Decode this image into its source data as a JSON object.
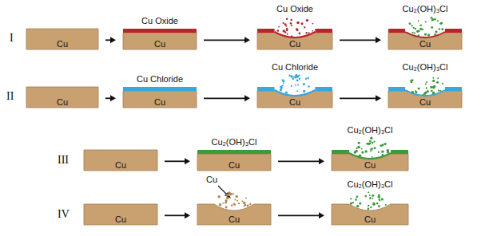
{
  "diagram": {
    "nodes": [
      {
        "text": [
          "Cu"
        ]
      },
      {
        "text": [
          "Cu Oxide",
          "Cu"
        ]
      },
      {
        "text": [
          "Cu Oxide",
          "Cu"
        ]
      },
      {
        "text": [
          "Cu₂(OH)₃Cl",
          "Cu"
        ]
      },
      {
        "text": [
          "Cu"
        ]
      },
      {
        "text": [
          "Cu Chloride",
          "Cu"
        ]
      },
      {
        "text": [
          "Cu Chloride",
          "Cu"
        ]
      },
      {
        "text": [
          "Cu₂(OH)₃Cl",
          "Cu"
        ]
      },
      {
        "text": [
          "Cu"
        ]
      },
      {
        "text": [
          "Cu₂(OH)₃Cl",
          "Cu"
        ]
      },
      {
        "text": [
          "Cu₂(OH)₃Cl",
          "Cu"
        ]
      },
      {
        "text": [
          "Cu"
        ]
      },
      {
        "text": [
          "Cu"
        ]
      },
      {
        "text": [
          "Cu₂(OH)₃Cl",
          "Cu"
        ]
      }
    ],
    "edges": [
      {
        "from": 0,
        "to": 1,
        "arrow": "to"
      },
      {
        "from": 1,
        "to": 2,
        "arrow": "to"
      },
      {
        "from": 2,
        "to": 3,
        "arrow": "to"
      },
      {
        "from": 4,
        "to": 5,
        "arrow": "to"
      },
      {
        "from": 5,
        "to": 6,
        "arrow": "to"
      },
      {
        "from": 6,
        "to": 7,
        "arrow": "to"
      },
      {
        "from": 8,
        "to": 9,
        "arrow": "to"
      },
      {
        "from": 9,
        "to": 10,
        "arrow": "to"
      },
      {
        "from": 11,
        "to": 12,
        "arrow": "to"
      },
      {
        "from": 12,
        "to": 13,
        "arrow": "to"
      }
    ],
    "labels": [
      "I",
      "II",
      "III",
      "IV",
      "Cu"
    ]
  }
}
